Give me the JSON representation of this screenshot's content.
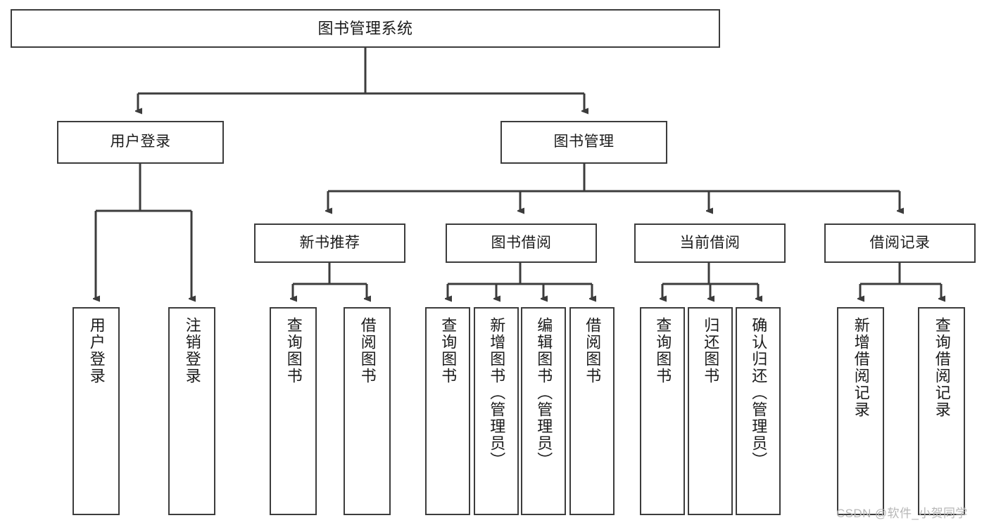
{
  "diagram": {
    "type": "tree-hierarchy",
    "title": "图书管理系统",
    "background_color": "#ffffff",
    "node_border_color": "#3c3c3c",
    "edge_color": "#3c3c3c",
    "watermark": "CSDN @软件_小贺同学",
    "watermark_color": "#b7b7b7"
  },
  "nodes": {
    "root": {
      "label": "图书管理系统",
      "level": 0
    },
    "level1": [
      {
        "id": "user-login",
        "label": "用户登录"
      },
      {
        "id": "book-manage",
        "label": "图书管理"
      }
    ],
    "level2": [
      {
        "id": "new-book-recommend",
        "label": "新书推荐",
        "parent": "book-manage"
      },
      {
        "id": "book-borrow",
        "label": "图书借阅",
        "parent": "book-manage"
      },
      {
        "id": "current-borrow",
        "label": "当前借阅",
        "parent": "book-manage"
      },
      {
        "id": "borrow-record",
        "label": "借阅记录",
        "parent": "book-manage"
      }
    ],
    "leaves": [
      {
        "id": "leaf-user-login",
        "label": "用户登录",
        "parent": "user-login"
      },
      {
        "id": "leaf-logout-login",
        "label": "注销登录",
        "parent": "user-login"
      },
      {
        "id": "leaf-query-book-1",
        "label": "查询图书",
        "parent": "new-book-recommend"
      },
      {
        "id": "leaf-borrow-book-1",
        "label": "借阅图书",
        "parent": "new-book-recommend"
      },
      {
        "id": "leaf-query-book-2",
        "label": "查询图书",
        "parent": "book-borrow"
      },
      {
        "id": "leaf-add-book",
        "label": "新增图书（管理员）",
        "parent": "book-borrow"
      },
      {
        "id": "leaf-edit-book",
        "label": "编辑图书（管理员）",
        "parent": "book-borrow"
      },
      {
        "id": "leaf-borrow-book-2",
        "label": "借阅图书",
        "parent": "book-borrow"
      },
      {
        "id": "leaf-query-book-3",
        "label": "查询图书",
        "parent": "current-borrow"
      },
      {
        "id": "leaf-return-book",
        "label": "归还图书",
        "parent": "current-borrow"
      },
      {
        "id": "leaf-confirm-return",
        "label": "确认归还（管理员）",
        "parent": "current-borrow"
      },
      {
        "id": "leaf-add-record",
        "label": "新增借阅记录",
        "parent": "borrow-record"
      },
      {
        "id": "leaf-query-record",
        "label": "查询借阅记录",
        "parent": "borrow-record"
      }
    ]
  }
}
